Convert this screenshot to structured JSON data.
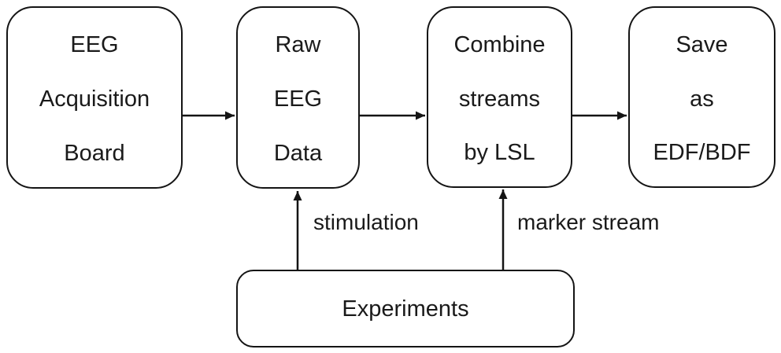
{
  "diagram": {
    "title": "EEG LSL recording pipeline flowchart",
    "background_color": "#ffffff",
    "stroke_color": "#141414",
    "text_color": "#1a1a1a",
    "nodes": [
      {
        "id": "eeg-acquisition-board",
        "shape": "rounded-rect",
        "lines": [
          "EEG",
          "Acquisition",
          "Board"
        ]
      },
      {
        "id": "raw-eeg-data",
        "shape": "rounded-rect",
        "lines": [
          "Raw",
          "EEG",
          "Data"
        ]
      },
      {
        "id": "combine-streams-by-lsl",
        "shape": "rounded-rect",
        "lines": [
          "Combine",
          "streams",
          "by LSL"
        ]
      },
      {
        "id": "save-as-edf-bdf",
        "shape": "rounded-rect",
        "lines": [
          "Save",
          "as",
          "EDF/BDF"
        ]
      },
      {
        "id": "experiments",
        "shape": "rounded-rect",
        "lines": [
          "Experiments"
        ]
      }
    ],
    "edges": [
      {
        "from": "eeg-acquisition-board",
        "to": "raw-eeg-data",
        "direction": "right",
        "label": ""
      },
      {
        "from": "raw-eeg-data",
        "to": "combine-streams-by-lsl",
        "direction": "right",
        "label": ""
      },
      {
        "from": "combine-streams-by-lsl",
        "to": "save-as-edf-bdf",
        "direction": "right",
        "label": ""
      },
      {
        "from": "experiments",
        "to": "raw-eeg-data",
        "direction": "up",
        "label": "stimulation"
      },
      {
        "from": "experiments",
        "to": "combine-streams-by-lsl",
        "direction": "up",
        "label": "marker stream"
      }
    ]
  }
}
